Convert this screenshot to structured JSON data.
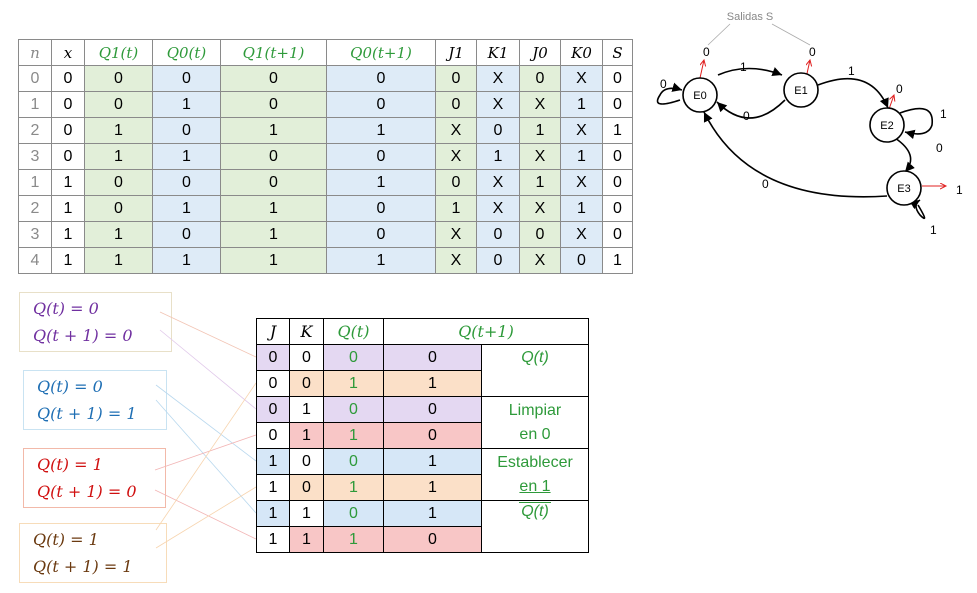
{
  "state_table": {
    "headers": [
      "n",
      "x",
      "Q1(t)",
      "Q0(t)",
      "Q1(t+1)",
      "Q0(t+1)",
      "J1",
      "K1",
      "J0",
      "K0",
      "S"
    ],
    "rows": [
      [
        "0",
        "0",
        "0",
        "0",
        "0",
        "0",
        "0",
        "X",
        "0",
        "X",
        "0"
      ],
      [
        "1",
        "0",
        "0",
        "1",
        "0",
        "0",
        "0",
        "X",
        "X",
        "1",
        "0"
      ],
      [
        "2",
        "0",
        "1",
        "0",
        "1",
        "1",
        "X",
        "0",
        "1",
        "X",
        "1"
      ],
      [
        "3",
        "0",
        "1",
        "1",
        "0",
        "0",
        "X",
        "1",
        "X",
        "1",
        "0"
      ],
      [
        "1",
        "1",
        "0",
        "0",
        "0",
        "1",
        "0",
        "X",
        "1",
        "X",
        "0"
      ],
      [
        "2",
        "1",
        "0",
        "1",
        "1",
        "0",
        "1",
        "X",
        "X",
        "1",
        "0"
      ],
      [
        "3",
        "1",
        "1",
        "0",
        "1",
        "0",
        "X",
        "0",
        "0",
        "X",
        "0"
      ],
      [
        "4",
        "1",
        "1",
        "1",
        "1",
        "1",
        "X",
        "0",
        "X",
        "0",
        "1"
      ]
    ]
  },
  "q_boxes": [
    {
      "line1": "Q(t) = 0",
      "line2": "Q(t + 1) = 0",
      "border": "#e8e0c8"
    },
    {
      "line1": "Q(t) = 0",
      "line2": "Q(t + 1) = 1",
      "border": "#c9e3f2"
    },
    {
      "line1": "Q(t) = 1",
      "line2": "Q(t + 1) = 0",
      "border": "#f2b9a9"
    },
    {
      "line1": "Q(t) = 1",
      "line2": "Q(t + 1) = 1",
      "border": "#f7dcb9"
    }
  ],
  "jk_table": {
    "headers": [
      "J",
      "K",
      "Q(t)",
      "Q(t+1)"
    ],
    "rows": [
      [
        "0",
        "0",
        "0",
        "0"
      ],
      [
        "0",
        "0",
        "1",
        "1"
      ],
      [
        "0",
        "1",
        "0",
        "0"
      ],
      [
        "0",
        "1",
        "1",
        "0"
      ],
      [
        "1",
        "0",
        "0",
        "1"
      ],
      [
        "1",
        "0",
        "1",
        "1"
      ],
      [
        "1",
        "1",
        "0",
        "1"
      ],
      [
        "1",
        "1",
        "1",
        "0"
      ]
    ],
    "descriptions": [
      "Q(t)",
      "Limpiar",
      "en 0",
      "Establecer",
      "en 1",
      "Q(t)"
    ]
  },
  "state_diagram": {
    "outputs_label": "Salidas S",
    "states": [
      "E0",
      "E1",
      "E2",
      "E3"
    ],
    "edge_labels": {
      "e0_self": "0",
      "e0_e1": "1",
      "e1_e0": "0",
      "e1_e2": "1",
      "e2_self": "1",
      "e2_e3": "0",
      "e3_e0": "0",
      "e3_self": "1",
      "out_e0": "0",
      "out_e1": "0",
      "out_e2": "0",
      "out_e3": "1"
    }
  }
}
